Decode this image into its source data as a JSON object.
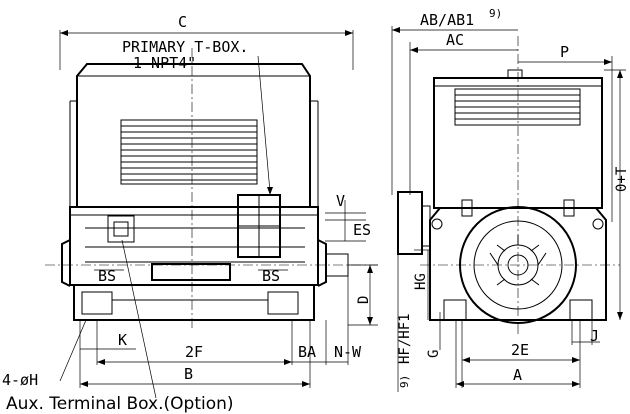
{
  "labels": {
    "C": "C",
    "primary_tbox_line1": "PRIMARY T-BOX.",
    "primary_tbox_line2": "1-NPT4\"",
    "V": "V",
    "ES": "ES",
    "BS_left": "BS",
    "BS_right": "BS",
    "D": "D",
    "K": "K",
    "2F": "2F",
    "BA": "BA",
    "N-W": "N-W",
    "B": "B",
    "4-phiH": "4-øH",
    "aux_box": "Aux. Terminal Box.(Option)",
    "AB_AB1": "AB/AB1",
    "AB_note": "9)",
    "AC": "AC",
    "P": "P",
    "0+T": "0+T",
    "HG": "HG",
    "HF_HF1": "HF/HF1",
    "HF_note": "9)",
    "G": "G",
    "J": "J",
    "2E": "2E",
    "A": "A"
  }
}
